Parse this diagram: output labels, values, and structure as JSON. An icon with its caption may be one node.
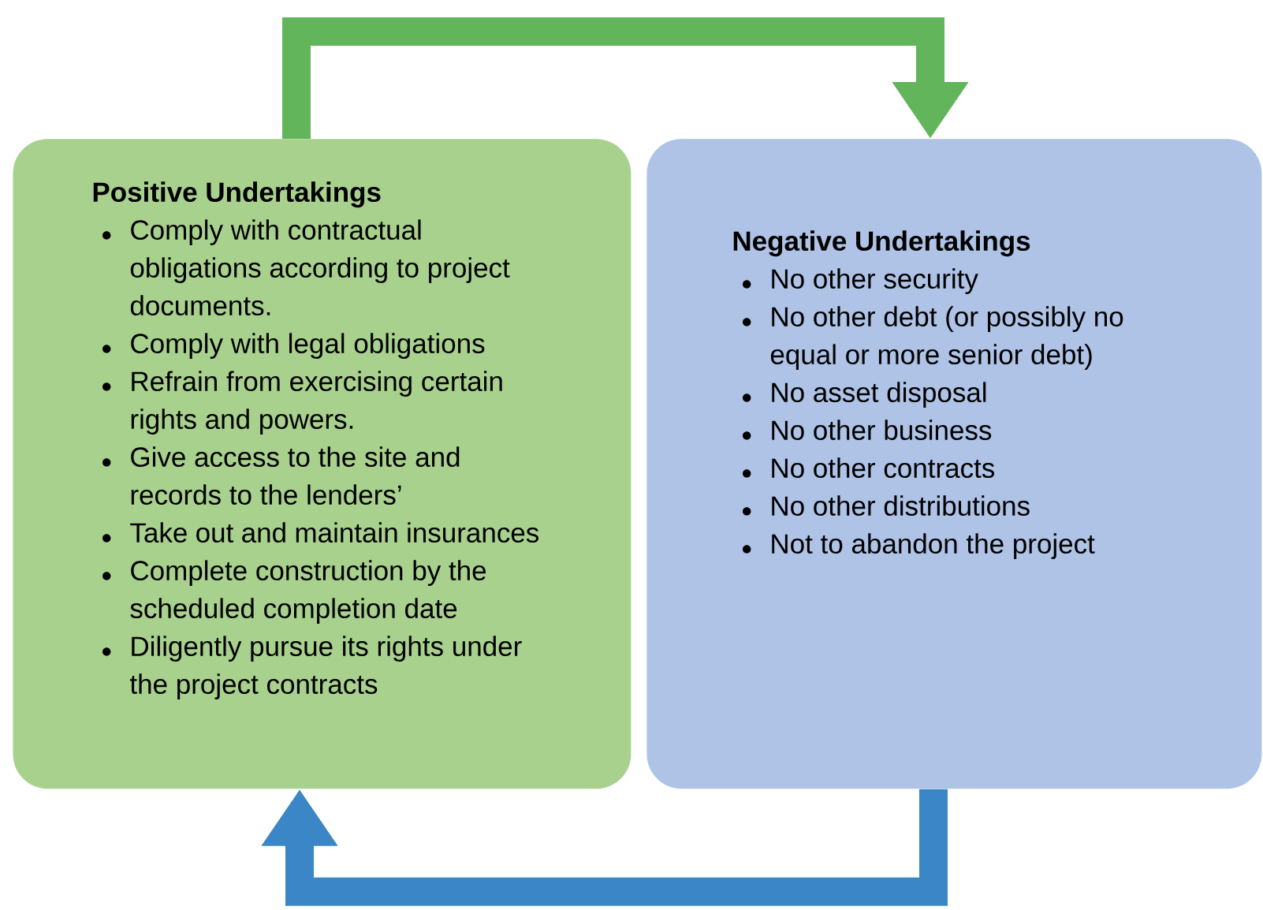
{
  "diagram": {
    "nodes": [
      {
        "text": [
          "Positive Undertakings",
          "Comply with contractual obligations according to project documents.",
          "Comply with legal obligations",
          "Refrain from exercising certain rights and powers.",
          "Give access to the site and records to the lenders’",
          "Take out and maintain insurances",
          "Complete construction by the scheduled completion date",
          "Diligently pursue its rights under the project contracts"
        ]
      },
      {
        "text": [
          "Negative Undertakings",
          "No other security",
          "No other debt (or possibly no equal or more senior debt)",
          "No asset disposal",
          "No other business",
          "No other contracts",
          "No other distributions",
          "Not to abandon the project"
        ]
      }
    ],
    "edges": [
      {
        "from": 0,
        "to": 1,
        "arrow": "to",
        "color": "#62b55a"
      },
      {
        "from": 1,
        "to": 0,
        "arrow": "to",
        "color": "#3b86c6"
      }
    ]
  }
}
